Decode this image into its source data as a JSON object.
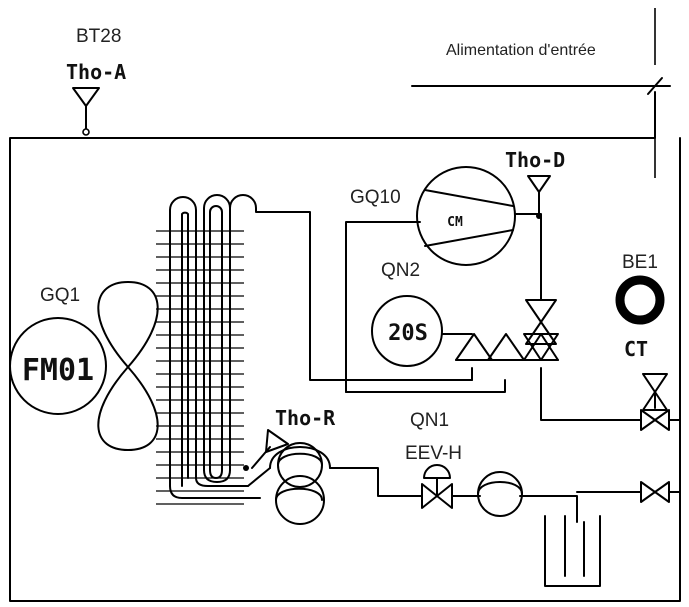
{
  "labels": {
    "bt28": "BT28",
    "tho_a": "Tho-A",
    "alimentation": "Alimentation d'entrée",
    "tho_d": "Tho-D",
    "gq10": "GQ10",
    "cm": "CM",
    "qn2": "QN2",
    "s20": "20S",
    "be1": "BE1",
    "ct": "CT",
    "gq1": "GQ1",
    "fm01": "FM01",
    "tho_r": "Tho-R",
    "qn1": "QN1",
    "eev_h": "EEV-H"
  }
}
